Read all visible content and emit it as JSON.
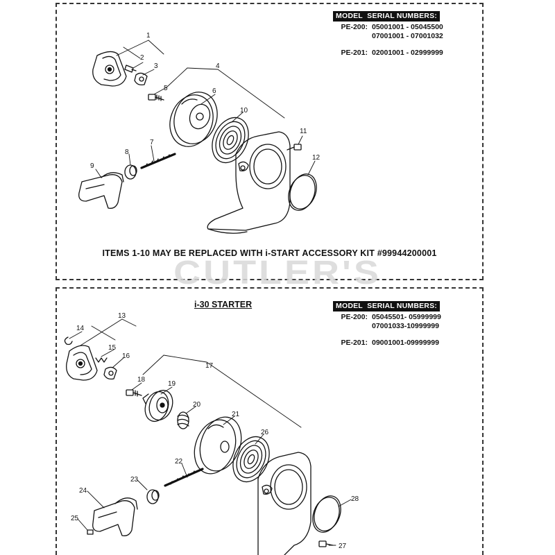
{
  "watermark": "CUTLER'S",
  "top_panel": {
    "table": {
      "header_model": "MODEL",
      "header_serial": "SERIAL NUMBERS:",
      "rows": [
        {
          "model": "PE-200:",
          "serials": [
            "05001001 - 05045500",
            "07001001 - 07001032"
          ]
        },
        {
          "model": "PE-201:",
          "serials": [
            "02001001 - 02999999"
          ]
        }
      ]
    },
    "note": "ITEMS 1-10 MAY BE REPLACED WITH i-START ACCESSORY KIT #99944200001",
    "callouts": [
      "1",
      "2",
      "3",
      "4",
      "5",
      "6",
      "7",
      "8",
      "9",
      "10",
      "11",
      "12"
    ]
  },
  "bottom_panel": {
    "title": "i-30 STARTER",
    "table": {
      "header_model": "MODEL",
      "header_serial": "SERIAL NUMBERS:",
      "rows": [
        {
          "model": "PE-200:",
          "serials": [
            "05045501- 05999999",
            "07001033-10999999"
          ]
        },
        {
          "model": "PE-201:",
          "serials": [
            "09001001-09999999"
          ]
        }
      ]
    },
    "callouts": [
      "13",
      "14",
      "15",
      "16",
      "17",
      "18",
      "19",
      "20",
      "21",
      "22",
      "23",
      "24",
      "25",
      "26",
      "27",
      "28"
    ]
  }
}
